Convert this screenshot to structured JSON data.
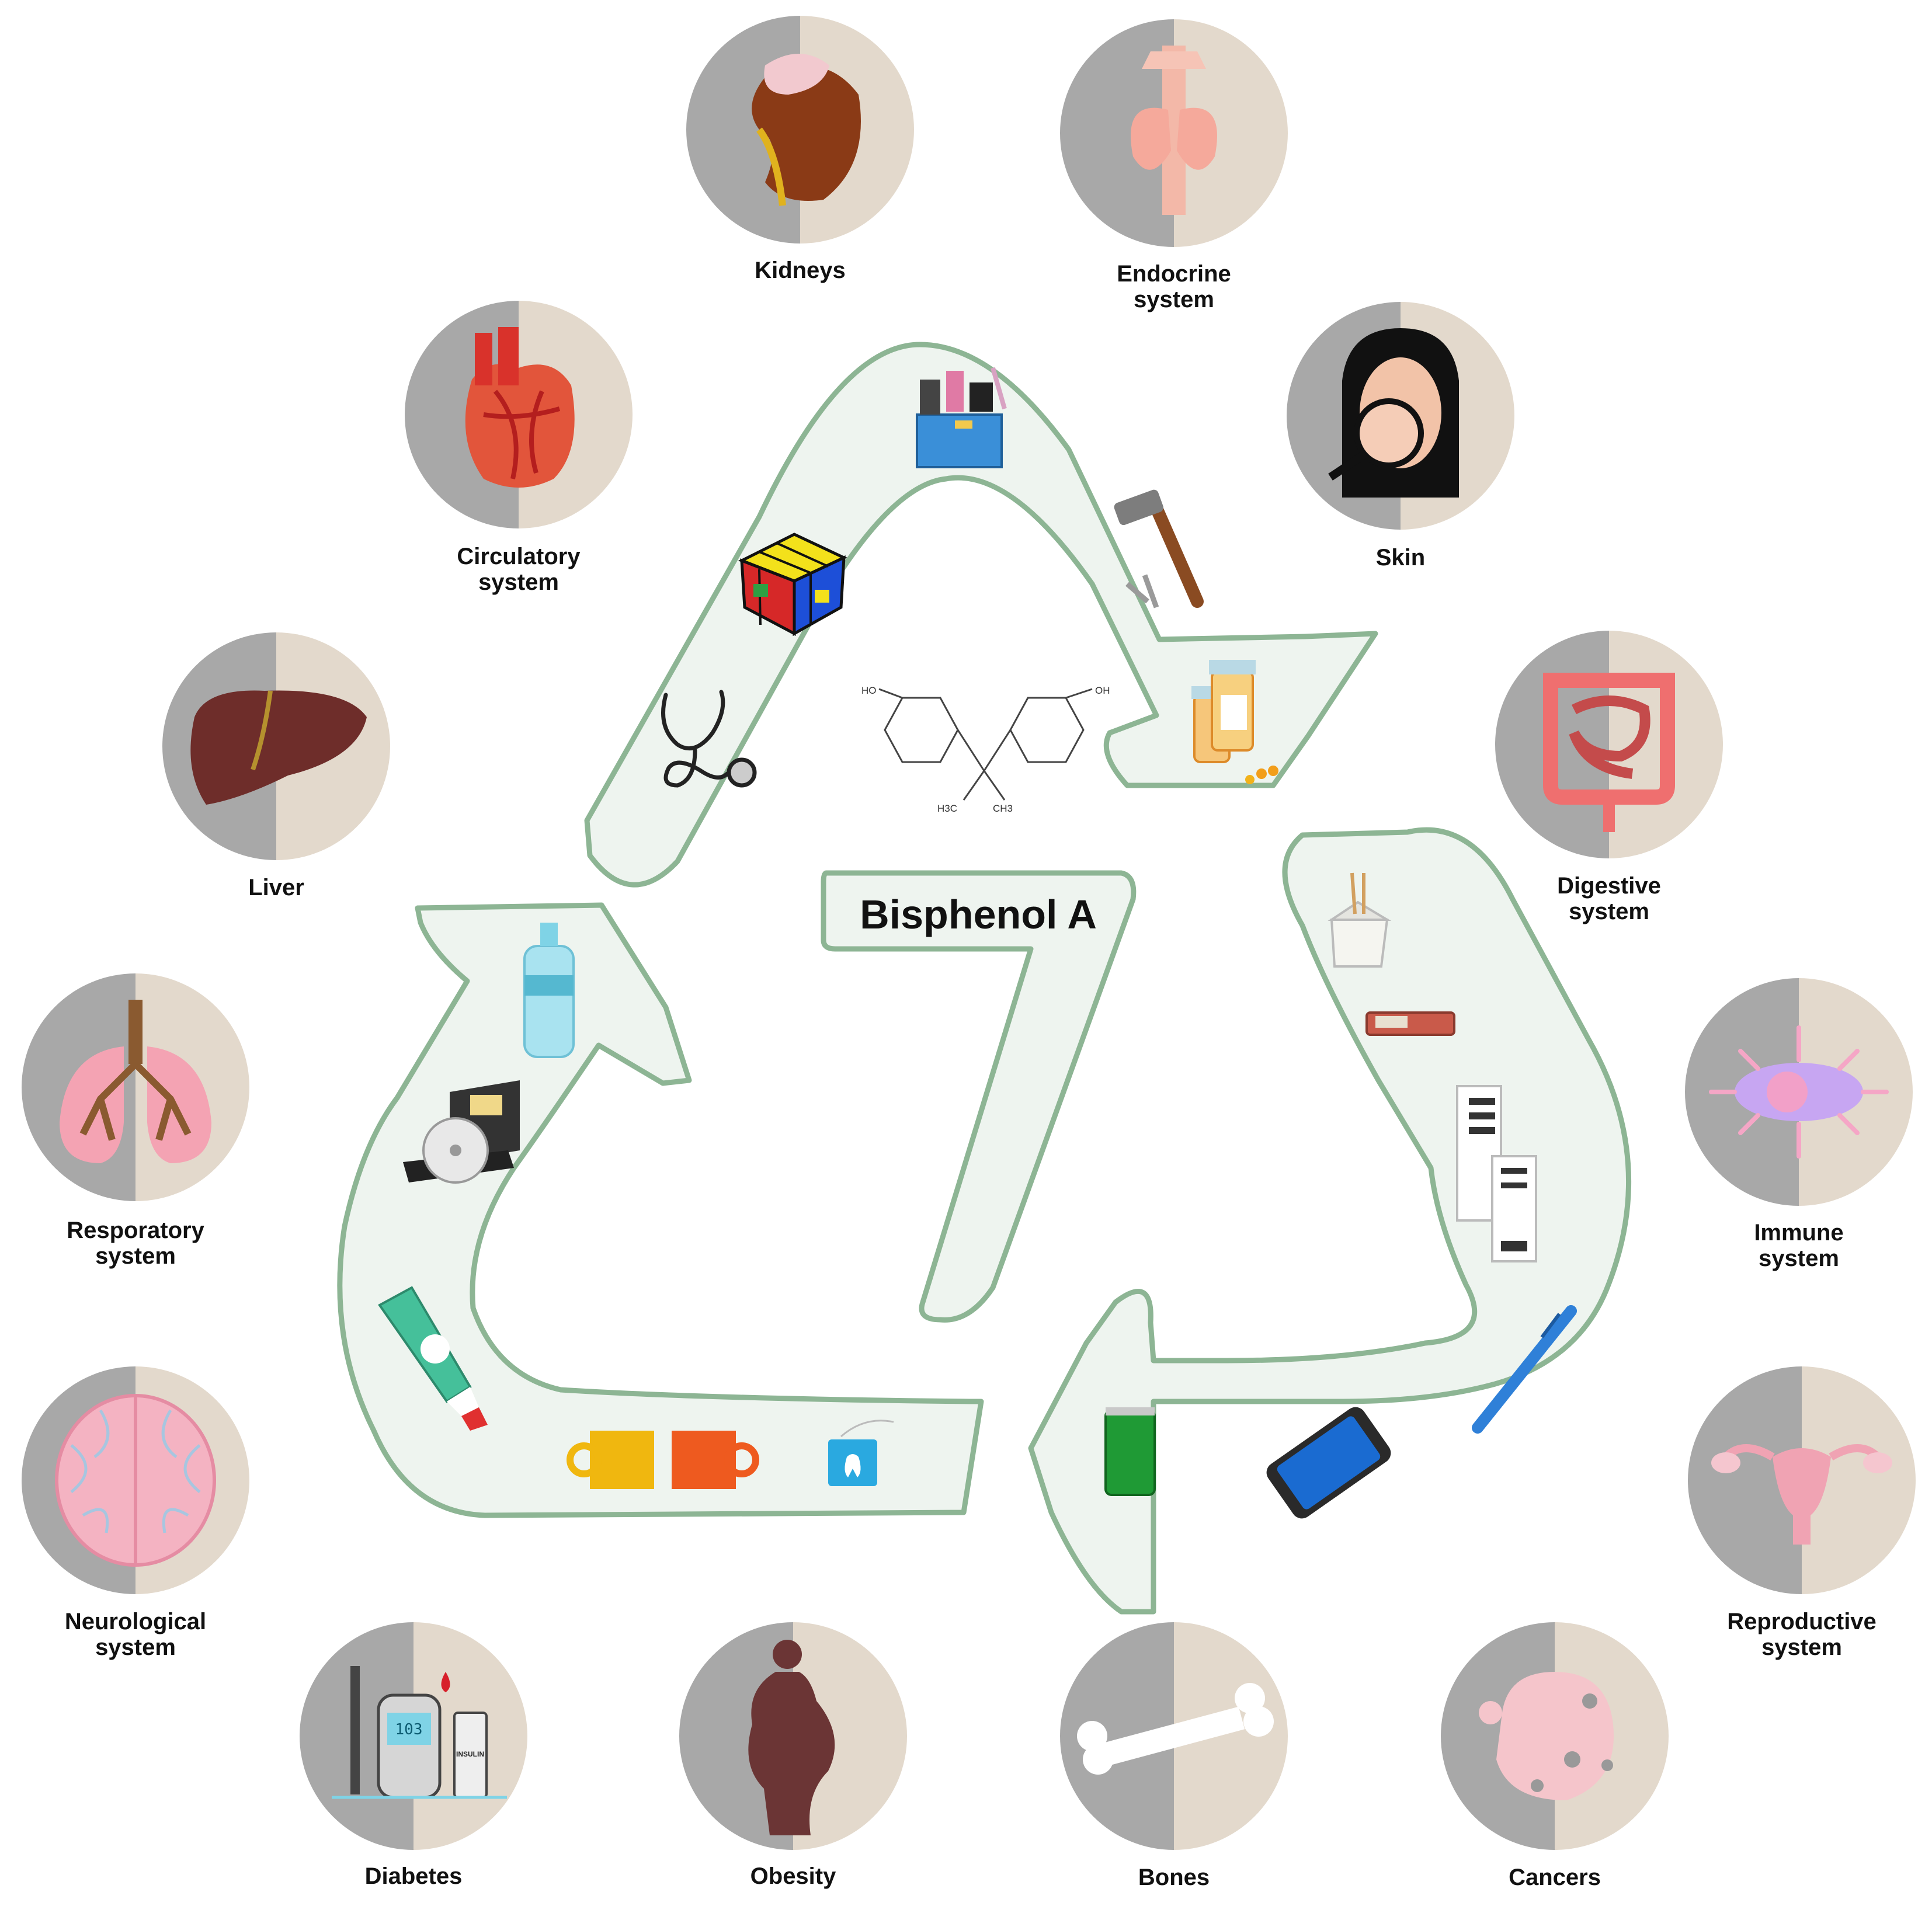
{
  "center": {
    "title": "Bisphenol A"
  },
  "molecule": {
    "oh_left": "HO",
    "oh_right": "OH",
    "ch3_left": "H3C",
    "ch3_right": "CH3"
  },
  "product_labels": {
    "meter_reading": "103",
    "insulin": "INSULIN"
  },
  "health_effects": [
    {
      "id": "kidneys",
      "lines": [
        "Kidneys"
      ],
      "icon": "kidney-icon"
    },
    {
      "id": "endocrine",
      "lines": [
        "Endocrine",
        "system"
      ],
      "icon": "thyroid-icon"
    },
    {
      "id": "skin",
      "lines": [
        "Skin"
      ],
      "icon": "face-magnifier-icon"
    },
    {
      "id": "digestive",
      "lines": [
        "Digestive",
        "system"
      ],
      "icon": "intestines-icon"
    },
    {
      "id": "immune",
      "lines": [
        "Immune",
        "system"
      ],
      "icon": "immune-cell-icon"
    },
    {
      "id": "reproductive",
      "lines": [
        "Reproductive",
        "system"
      ],
      "icon": "uterus-icon"
    },
    {
      "id": "cancers",
      "lines": [
        "Cancers"
      ],
      "icon": "tumor-icon"
    },
    {
      "id": "bones",
      "lines": [
        "Bones"
      ],
      "icon": "bone-icon"
    },
    {
      "id": "obesity",
      "lines": [
        "Obesity"
      ],
      "icon": "obese-silhouette-icon"
    },
    {
      "id": "diabetes",
      "lines": [
        "Diabetes"
      ],
      "icon": "glucose-meter-icon"
    },
    {
      "id": "neurological",
      "lines": [
        "Neurological",
        "system"
      ],
      "icon": "brain-icon"
    },
    {
      "id": "respiratory",
      "lines": [
        "Resporatory",
        "system"
      ],
      "icon": "lungs-icon"
    },
    {
      "id": "liver",
      "lines": [
        "Liver"
      ],
      "icon": "liver-icon"
    },
    {
      "id": "circulatory",
      "lines": [
        "Circulatory",
        "system"
      ],
      "icon": "heart-icon"
    }
  ],
  "products": [
    "stethoscope-icon",
    "rubiks-cube-icon",
    "cosmetics-bag-icon",
    "hammer-nails-icon",
    "pill-bottles-icon",
    "takeout-box-icon",
    "food-can-icon",
    "receipts-icon",
    "pen-icon",
    "smartphone-icon",
    "soda-can-icon",
    "floss-icon",
    "mugs-icon",
    "toothpaste-icon",
    "cd-floppy-icon",
    "water-bottle-icon"
  ],
  "colors": {
    "arrow_fill": "#eef4ef",
    "arrow_stroke": "#8db594",
    "circle_left": "#a8a8a8",
    "circle_right": "#e3d9cc",
    "label": "#111111"
  }
}
